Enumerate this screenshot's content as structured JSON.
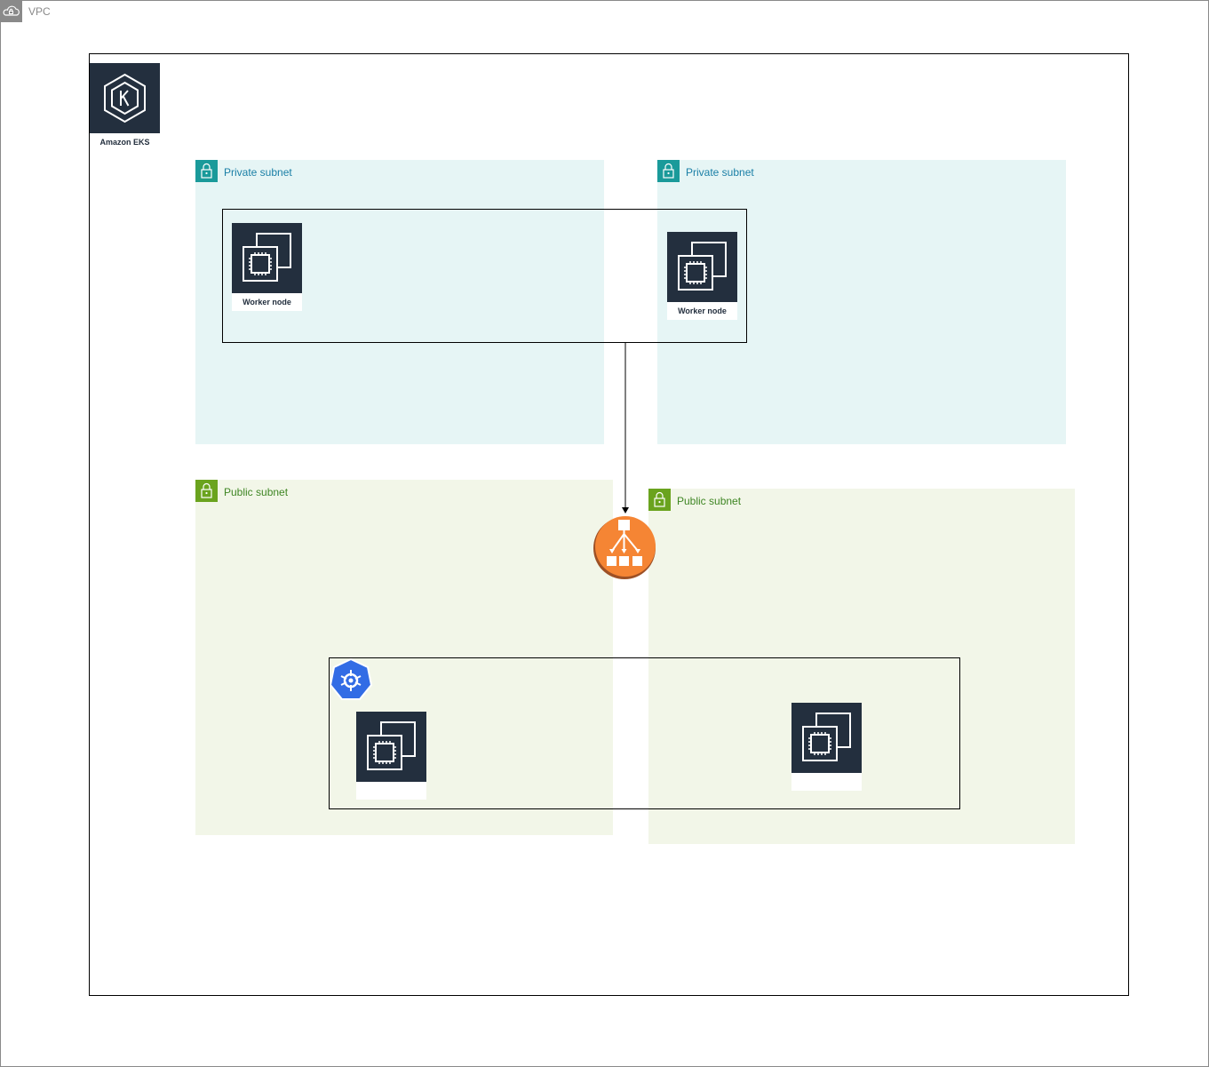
{
  "vpc": {
    "label": "VPC",
    "icon": "cloud-lock-icon"
  },
  "eks": {
    "label": "Amazon EKS",
    "icon": "eks-icon"
  },
  "subnets": [
    {
      "type": "private",
      "label": "Private subnet"
    },
    {
      "type": "private",
      "label": "Private subnet"
    },
    {
      "type": "public",
      "label": "Public subnet"
    },
    {
      "type": "public",
      "label": "Public subnet"
    }
  ],
  "nodes": [
    {
      "label": "Worker node",
      "icon": "ec2-instance-icon"
    },
    {
      "label": "Worker node",
      "icon": "ec2-instance-icon"
    },
    {
      "label": "",
      "icon": "ec2-instance-icon"
    },
    {
      "label": "",
      "icon": "ec2-instance-icon"
    }
  ],
  "load_balancer": {
    "icon": "elastic-load-balancer-icon"
  },
  "kubernetes": {
    "icon": "kubernetes-icon"
  },
  "colors": {
    "private_fill": "#e6f5f5",
    "public_fill": "#f2f6e8",
    "private_accent": "#1a9a9a",
    "public_accent": "#6aa31e",
    "aws_dark": "#232f3e",
    "elb_orange": "#f58534",
    "k8s_blue": "#326ce5"
  }
}
